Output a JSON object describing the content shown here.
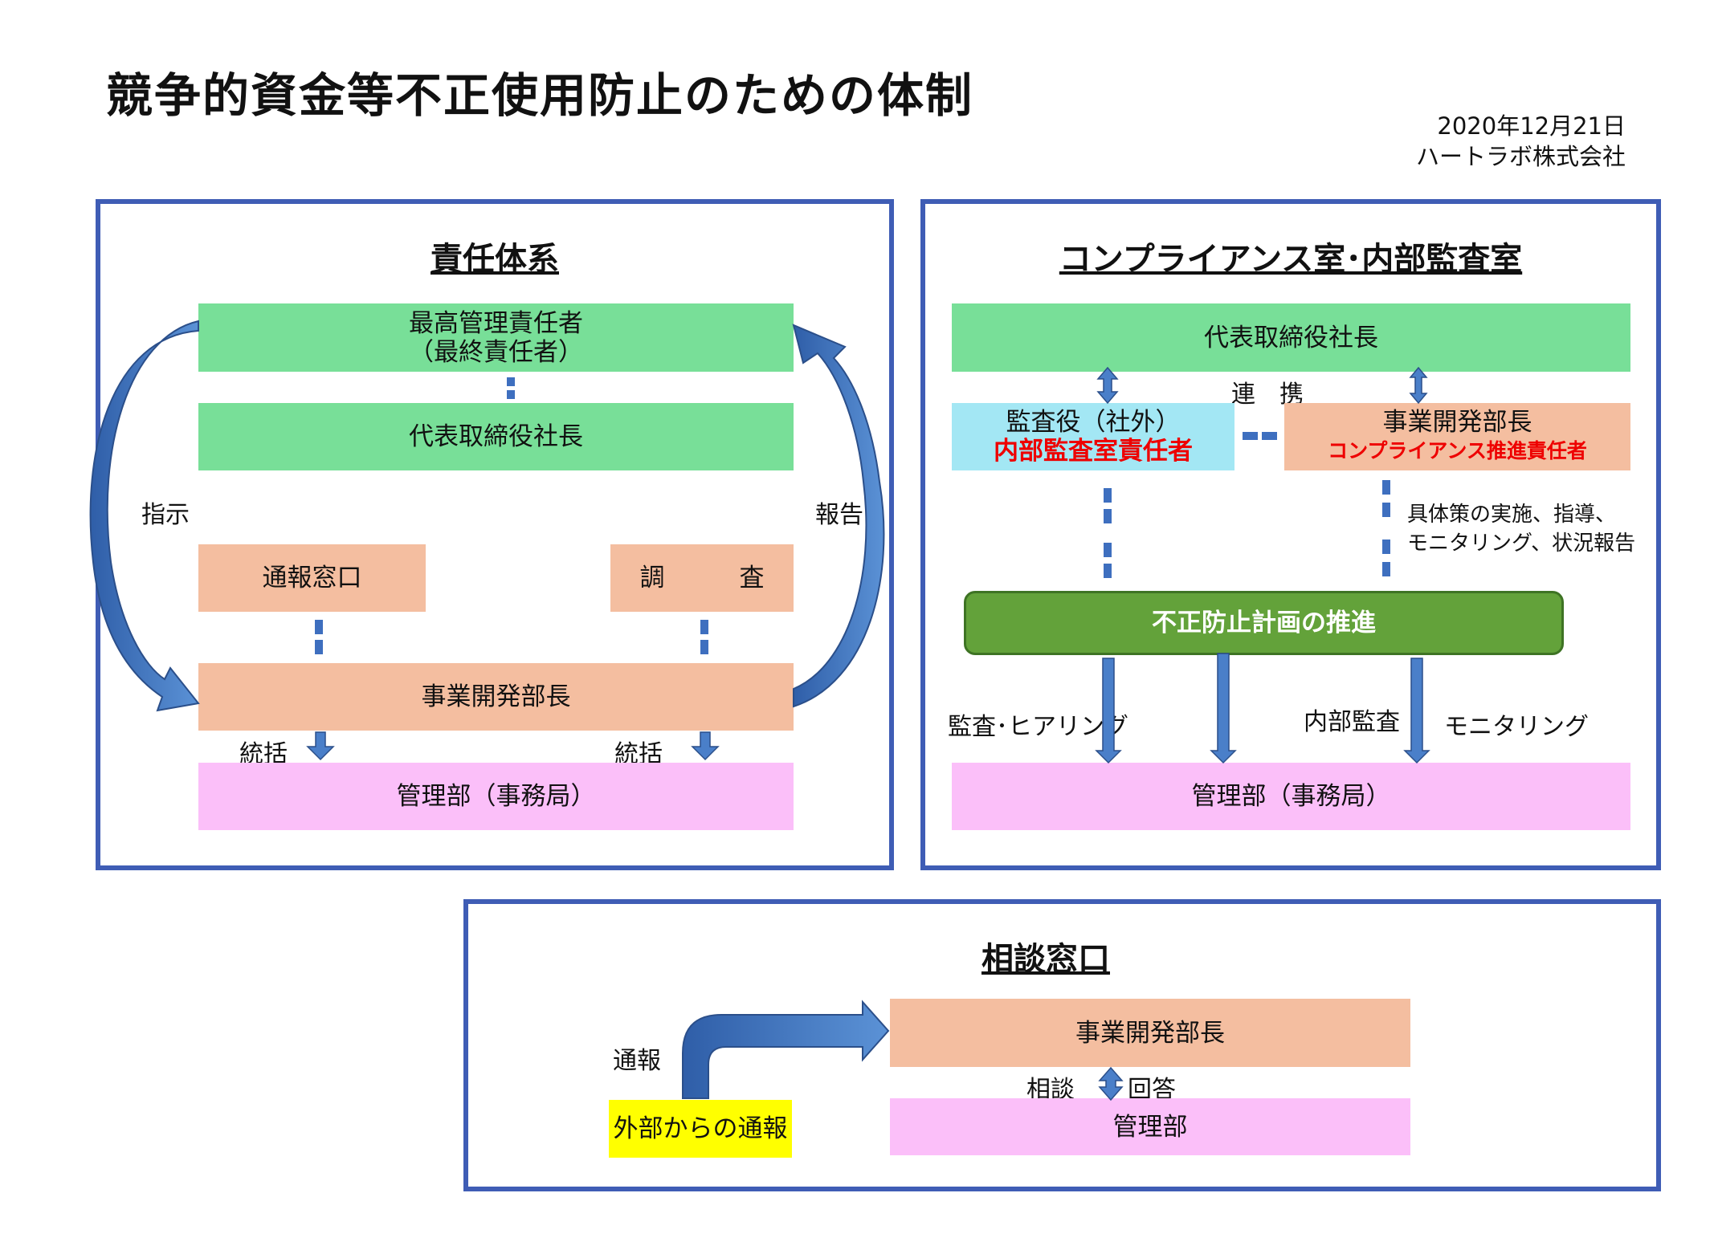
{
  "title": "競争的資金等不正使用防止のための体制",
  "date": "2020年12月21日",
  "company": "ハートラボ株式会社",
  "panel1": {
    "title": "責任体系",
    "top_box_line1": "最高管理責任者",
    "top_box_line2": "（最終責任者）",
    "president": "代表取締役社長",
    "instruct": "指示",
    "report": "報告",
    "reporting_desk": "通報窓口",
    "investigation": "調　　　査",
    "division_head": "事業開発部長",
    "oversee_left": "統括",
    "oversee_right": "統括",
    "admin": "管理部（事務局）"
  },
  "panel2": {
    "title": "コンプライアンス室･内部監査室",
    "president": "代表取締役社長",
    "cooperate": "連　携",
    "auditor_line1": "監査役（社外）",
    "auditor_line2": "内部監査室責任者",
    "division_line1": "事業開発部長",
    "division_line2": "コンプライアンス推進責任者",
    "note_line1": "具体策の実施、指導、",
    "note_line2": "モニタリング、状況報告",
    "plan": "不正防止計画の推進",
    "audit_hearing": "監査･ヒアリング",
    "internal_audit": "内部監査",
    "monitoring": "モニタリング",
    "admin": "管理部（事務局）"
  },
  "panel3": {
    "title": "相談窓口",
    "report": "通報",
    "division_head": "事業開発部長",
    "consult": "相談",
    "answer": "回答",
    "admin": "管理部",
    "external": "外部からの通報"
  },
  "colors": {
    "panel_border": "#3f5db5",
    "green": "#78df98",
    "salmon": "#f4bea0",
    "pink": "#fbbff9",
    "cyan": "#a3e7f4",
    "yellow": "#ffff00",
    "plan_green": "#63a23a",
    "arrow_blue": "#4a7fc9",
    "red_text": "#ee0000"
  }
}
